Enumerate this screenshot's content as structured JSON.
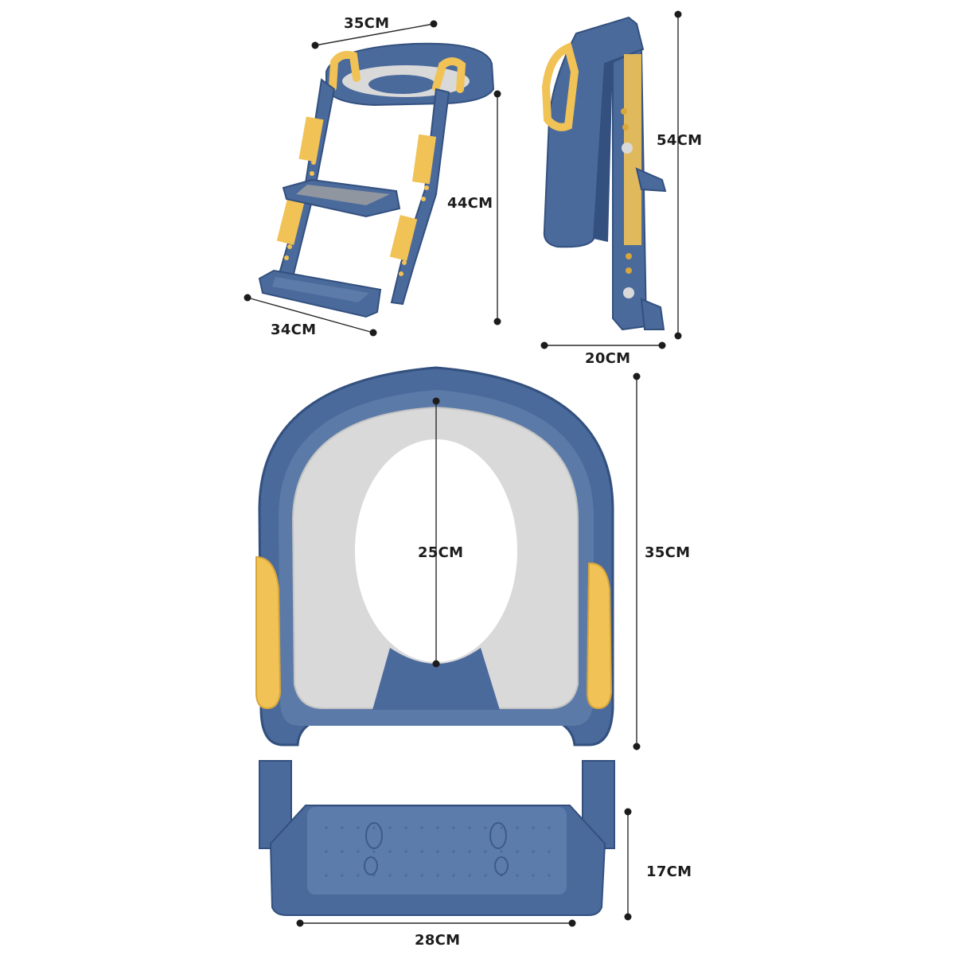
{
  "product": {
    "colors": {
      "blue": "#4a6a9c",
      "blue_dark": "#33507e",
      "blue_light": "#6c89b6",
      "yellow": "#f1c256",
      "yellow_dark": "#d9a63a",
      "grey_pad": "#d9d9d9",
      "grey_pad_light": "#e6e6e6"
    },
    "views": {
      "front_ladder": "ladder-front-view",
      "side_ladder": "ladder-side-view",
      "seat_top": "seat-top-view",
      "step_front": "step-front-view"
    }
  },
  "dimensions": {
    "front_width_top": "35CM",
    "front_width_bottom": "34CM",
    "front_height": "44CM",
    "side_height": "54CM",
    "side_depth": "20CM",
    "seat_outer_length": "35CM",
    "seat_opening_length": "25CM",
    "step_height": "17CM",
    "step_width": "28CM"
  }
}
